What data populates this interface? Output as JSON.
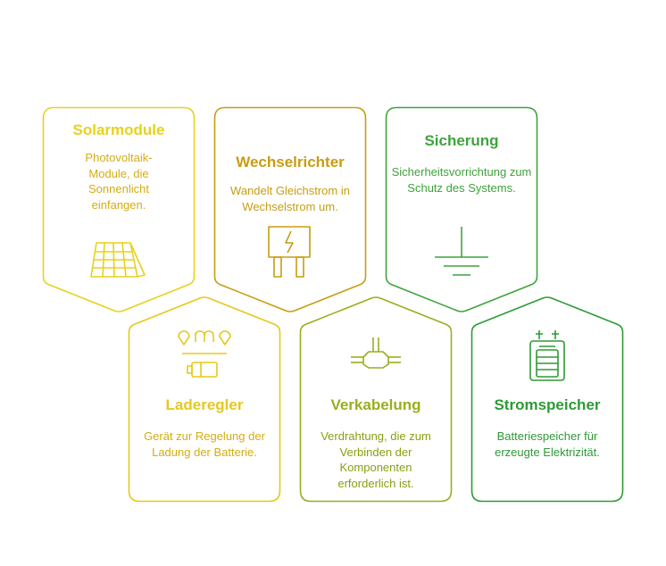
{
  "colors": {
    "yellow": "#e6d21c",
    "dark_yellow": "#c79d12",
    "olive": "#9aae1e",
    "green": "#3fa33c",
    "light_green": "#2e9a35",
    "ochre": "#d4ad12"
  },
  "cards": [
    {
      "title": "Solarmodule",
      "desc": "Photovoltaik-Module, die Sonnenlicht einfangen.",
      "icon": "solar-panel-icon"
    },
    {
      "title": "Wechselrichter",
      "desc": "Wandelt Gleichstrom in Wechselstrom um.",
      "icon": "inverter-icon"
    },
    {
      "title": "Sicherung",
      "desc": "Sicherheitsvorrichtung zum Schutz des Systems.",
      "icon": "ground-icon"
    },
    {
      "title": "Laderegler",
      "desc": "Gerät zur Regelung der Ladung der Batterie.",
      "icon": "charge-controller-icon"
    },
    {
      "title": "Verkabelung",
      "desc": "Verdrahtung, die zum Verbinden der Komponenten erforderlich ist.",
      "icon": "cable-connector-icon"
    },
    {
      "title": "Stromspeicher",
      "desc": "Batteriespeicher für erzeugte Elektrizität.",
      "icon": "battery-storage-icon"
    }
  ]
}
